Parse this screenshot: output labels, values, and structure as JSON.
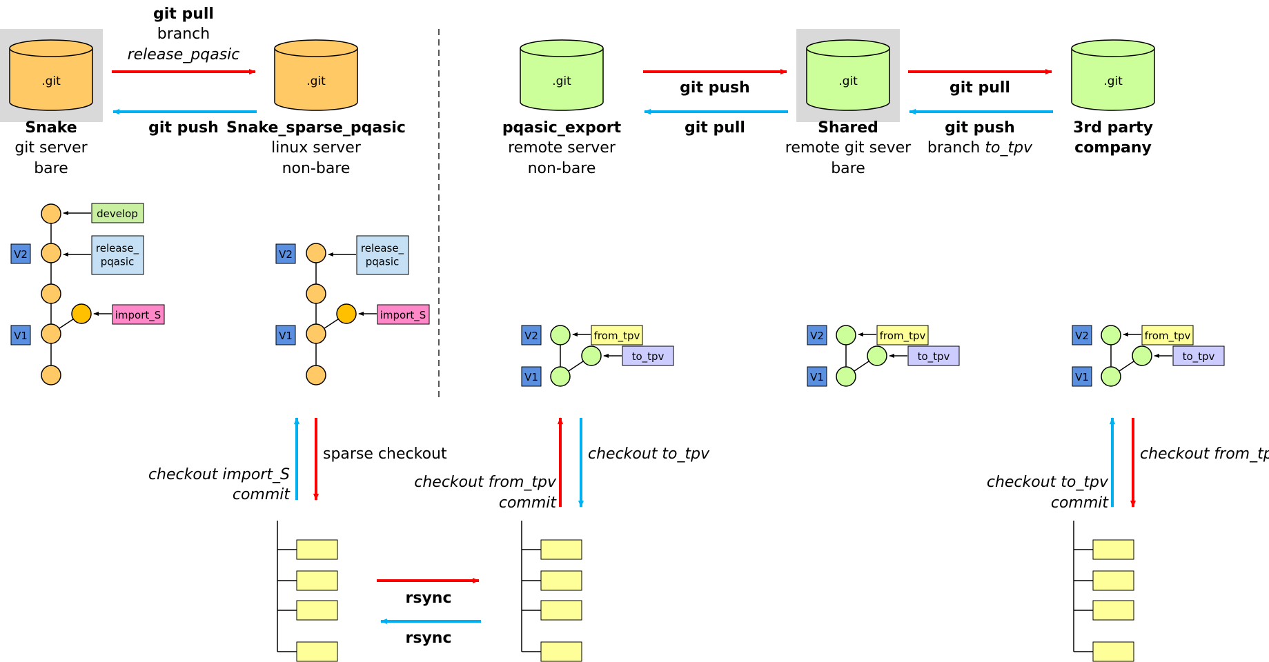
{
  "colors": {
    "orange": "#ffc966",
    "orange_dark": "#ffc000",
    "green": "#ccff99",
    "server_gray": "#d9d9d9",
    "push_red": "#ff0000",
    "pull_blue": "#00b0f0",
    "version_tag": "#5b8fdf",
    "label_green": "#c8f0a0",
    "label_lightblue": "#c5e0f4",
    "label_pink": "#ff88c8",
    "label_yellow": "#ffff99",
    "label_lavender": "#ccccff",
    "file_yellow": "#ffff99"
  },
  "repos": {
    "snake": {
      "git": ".git",
      "name": "Snake",
      "line2": "git server",
      "line3": "bare"
    },
    "snake_sparse": {
      "git": ".git",
      "name": "Snake_sparse_pqasic",
      "line2": "linux server",
      "line3": "non-bare"
    },
    "pqasic_export": {
      "git": ".git",
      "name": "pqasic_export",
      "line2": "remote server",
      "line3": "non-bare"
    },
    "shared": {
      "git": ".git",
      "name": "Shared",
      "line2": "remote git sever",
      "line3": "bare"
    },
    "third_party": {
      "git": ".git",
      "name1": "3rd party",
      "name2": "company"
    }
  },
  "transfers": {
    "snake_pull_1": "git pull",
    "snake_pull_2": "branch",
    "snake_pull_3": "release_pqasic",
    "snake_push": "git push",
    "export_push": "git push",
    "export_pull": "git pull",
    "shared_pull": "git pull",
    "shared_push_1": "git push",
    "shared_push_2": "branch ",
    "shared_push_3": "to_tpv",
    "rsync_right": "rsync",
    "rsync_left": "rsync"
  },
  "checkouts": {
    "sparse_checkout": "sparse checkout",
    "snake_up_1": "checkout import_S",
    "snake_up_2": "commit",
    "export_up_1": "checkout from_tpv",
    "export_up_2": "commit",
    "export_down": "checkout to_tpv",
    "tp_up_1": "checkout to_tpv",
    "tp_up_2": "commit",
    "tp_down": "checkout from_tpv"
  },
  "branch_labels": {
    "develop": "develop",
    "release": "release_\npqasic",
    "import_s": "import_S",
    "from_tpv": "from_tpv",
    "to_tpv": "to_tpv"
  },
  "version_tags": {
    "v1": "V1",
    "v2": "V2"
  }
}
